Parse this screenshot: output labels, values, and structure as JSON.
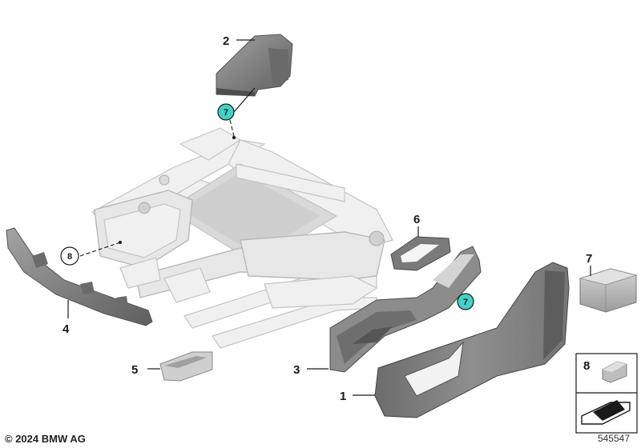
{
  "callouts": {
    "c1": "1",
    "c2": "2",
    "c3": "3",
    "c4": "4",
    "c5": "5",
    "c6": "6",
    "c7": "7",
    "c7_badge_a": "7",
    "c7_badge_b": "7",
    "c8_circle": "8",
    "c8_legend": "8"
  },
  "footer": {
    "copyright": "© 2024 BMW AG",
    "diagram_number": "545547"
  },
  "colors": {
    "teal_badge": "#3ed3c6",
    "part_dark": "#7d7d7d",
    "part_mid": "#9a9a9a",
    "frame_gray": "#e7e7e7"
  }
}
